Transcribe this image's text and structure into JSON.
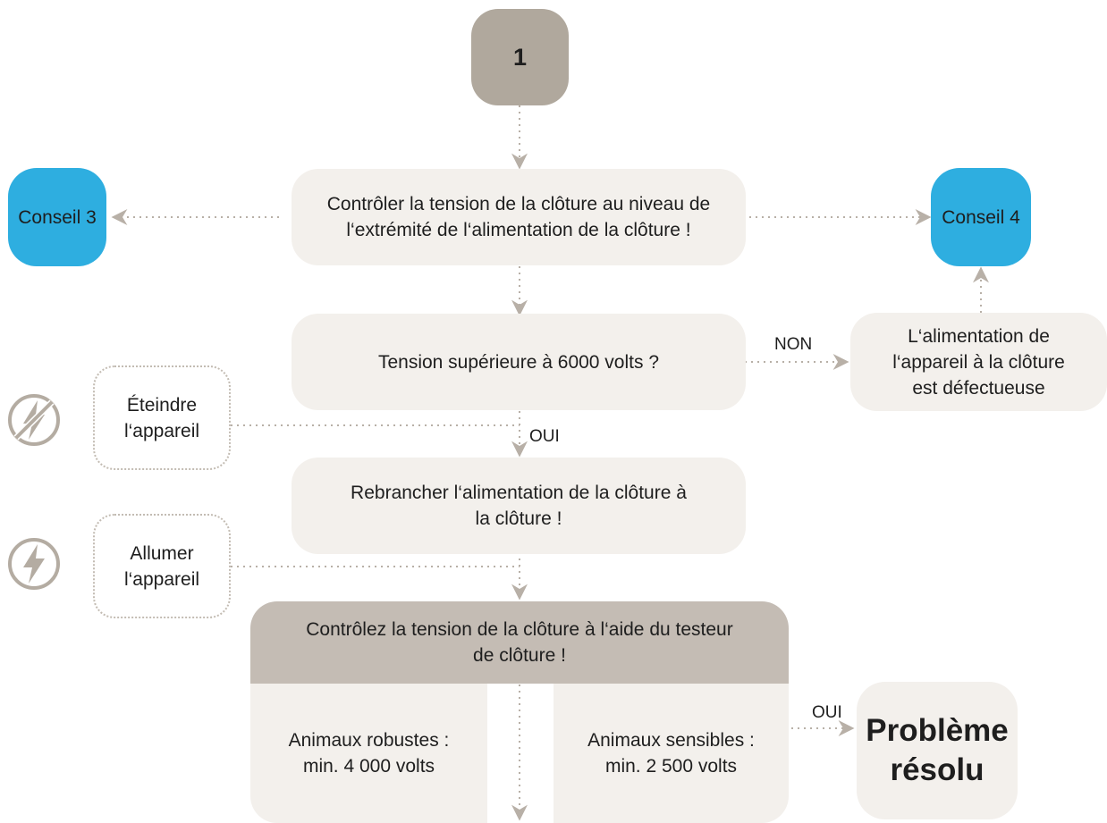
{
  "step_number": "1",
  "advice_left": "Conseil 3",
  "advice_right": "Conseil 4",
  "check_supply_end": "Contrôler la tension de la clôture au niveau de l‘extrémité de l‘alimentation de la clôture !",
  "question_voltage": "Tension supérieure à 6000 volts ?",
  "no_label": "NON",
  "yes_label": "OUI",
  "faulty_connection": "L‘alimentation de l‘appareil à la clôture est défectueuse",
  "reconnect": "Rebrancher l‘alimentation de la clôture à la clôture !",
  "switch_off": "Éteindre l‘appareil",
  "switch_on": "Allumer l‘appareil",
  "tester_check": "Contrôlez la tension de la clôture à l‘aide du testeur de clôture !",
  "robust_animals": "Animaux robustes : min. 4 000 volts",
  "sensitive_animals": "Animaux sensibles : min. 2 500 volts",
  "yes_label_2": "OUI",
  "problem_solved": "Problème résolu",
  "icons": [
    "power-off-icon",
    "power-icon"
  ],
  "colors": {
    "step_box": "#b0a89d",
    "advice_box": "#2eaee0",
    "process_box": "#f3f0ec",
    "header_box": "#c4bcb4",
    "connector": "#b8b0a7"
  }
}
